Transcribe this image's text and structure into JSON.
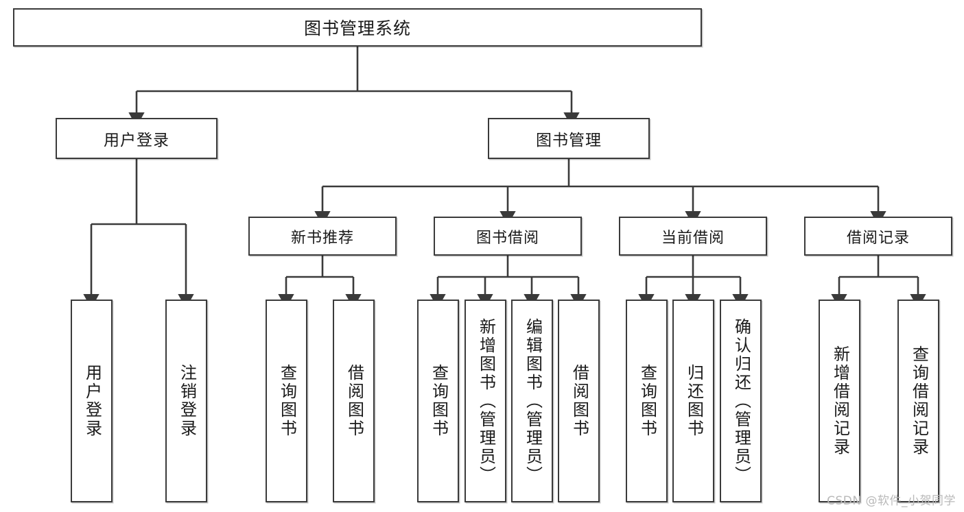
{
  "diagram": {
    "type": "tree-hierarchy",
    "title": "图书管理系统",
    "watermark": "CSDN @软件_小贺同学",
    "colors": {
      "box_border": "#3a3a3a",
      "box_fill": "#ffffff",
      "connector": "#3a3a3a",
      "text": "#1a1a1a",
      "watermark": "#b9b9b9"
    },
    "levels": {
      "root": "图书管理系统",
      "level2": [
        "用户登录",
        "图书管理"
      ],
      "level3": [
        "新书推荐",
        "图书借阅",
        "当前借阅",
        "借阅记录"
      ]
    },
    "nodes": {
      "root": {
        "label": "图书管理系统"
      },
      "user_login": {
        "label": "用户登录"
      },
      "book_manage": {
        "label": "图书管理"
      },
      "new_book_rec": {
        "label": "新书推荐"
      },
      "book_borrow": {
        "label": "图书借阅"
      },
      "current_borrow": {
        "label": "当前借阅"
      },
      "borrow_record": {
        "label": "借阅记录"
      }
    },
    "leaves": {
      "user_login": [
        {
          "label": "用户登录"
        },
        {
          "label": "注销登录"
        }
      ],
      "new_book_rec": [
        {
          "label": "查询图书"
        },
        {
          "label": "借阅图书"
        }
      ],
      "book_borrow": [
        {
          "label": "查询图书"
        },
        {
          "label": "新增图书（管理员）"
        },
        {
          "label": "编辑图书（管理员）"
        },
        {
          "label": "借阅图书"
        }
      ],
      "current_borrow": [
        {
          "label": "查询图书"
        },
        {
          "label": "归还图书"
        },
        {
          "label": "确认归还（管理员）"
        }
      ],
      "borrow_record": [
        {
          "label": "新增借阅记录"
        },
        {
          "label": "查询借阅记录"
        }
      ]
    }
  }
}
